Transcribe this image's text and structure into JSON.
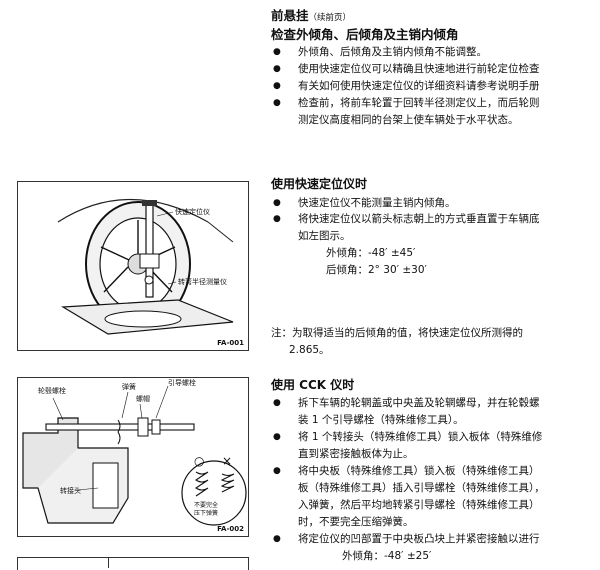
{
  "header": {
    "title": "前悬挂",
    "title_suffix": "（续前页）",
    "subtitle": "检查外倾角、后倾角及主销内倾角"
  },
  "section1": {
    "bullets": [
      "外倾角、后倾角及主销内倾角不能调整。",
      "使用快速定位仪可以精确且快速地进行前轮定位检查",
      "有关如何使用快速定位仪的详细资料请参考说明手册",
      "检查前，将前车轮置于回转半径测定仪上，而后轮则"
    ],
    "continuation": "测定仪高度相同的台架上使车辆处于水平状态。"
  },
  "section2": {
    "heading": "使用快速定位仪时",
    "bullets": [
      "快速定位仪不能测量主销内倾角。",
      "将快速定位仪以箭头标志朝上的方式垂直置于车辆底"
    ],
    "continuation": "如左图示。",
    "camber": "外倾角：-48′ ±45′",
    "caster": "后倾角：2° 30′ ±30′",
    "note_line1": "注：为取得适当的后倾角的值，将快速定位仪所测得的",
    "note_line2": "2.865。"
  },
  "section3": {
    "heading": "使用 CCK 仪时",
    "bullets": [
      "拆下车辆的轮辋盖或中央盖及轮辋螺母，并在轮毂螺",
      "将 1 个转接头（特殊维修工具）锁入板体（特殊维修",
      "将中央板（特殊维修工具）锁入板（特殊维修工具）",
      "将定位仪的凹部置于中央板凸块上并紧密接触以进行"
    ],
    "continuations": [
      "装 1 个引导螺栓（特殊维修工具）。",
      "直到紧密接触板体为止。",
      "板（特殊维修工具）插入引导螺栓（特殊维修工具），",
      "入弹簧，然后平均地转紧引导螺栓（特殊维修工具）",
      "时，不要完全压缩弹簧。"
    ],
    "camber": "外倾角：-48′ ±25′"
  },
  "figure1": {
    "label_gauge": "快速定位仪",
    "label_turn": "转弯半径测量仪",
    "code": "FA-001"
  },
  "figure2": {
    "label_hub_bolt": "轮毂螺栓",
    "label_spring": "弹簧",
    "label_nut": "螺帽",
    "label_guide": "引导螺栓",
    "label_adapter": "转接头",
    "label_note": "不要完全\n压下弹簧",
    "mark_ok": "○",
    "mark_ng": "×",
    "code": "FA-002"
  }
}
